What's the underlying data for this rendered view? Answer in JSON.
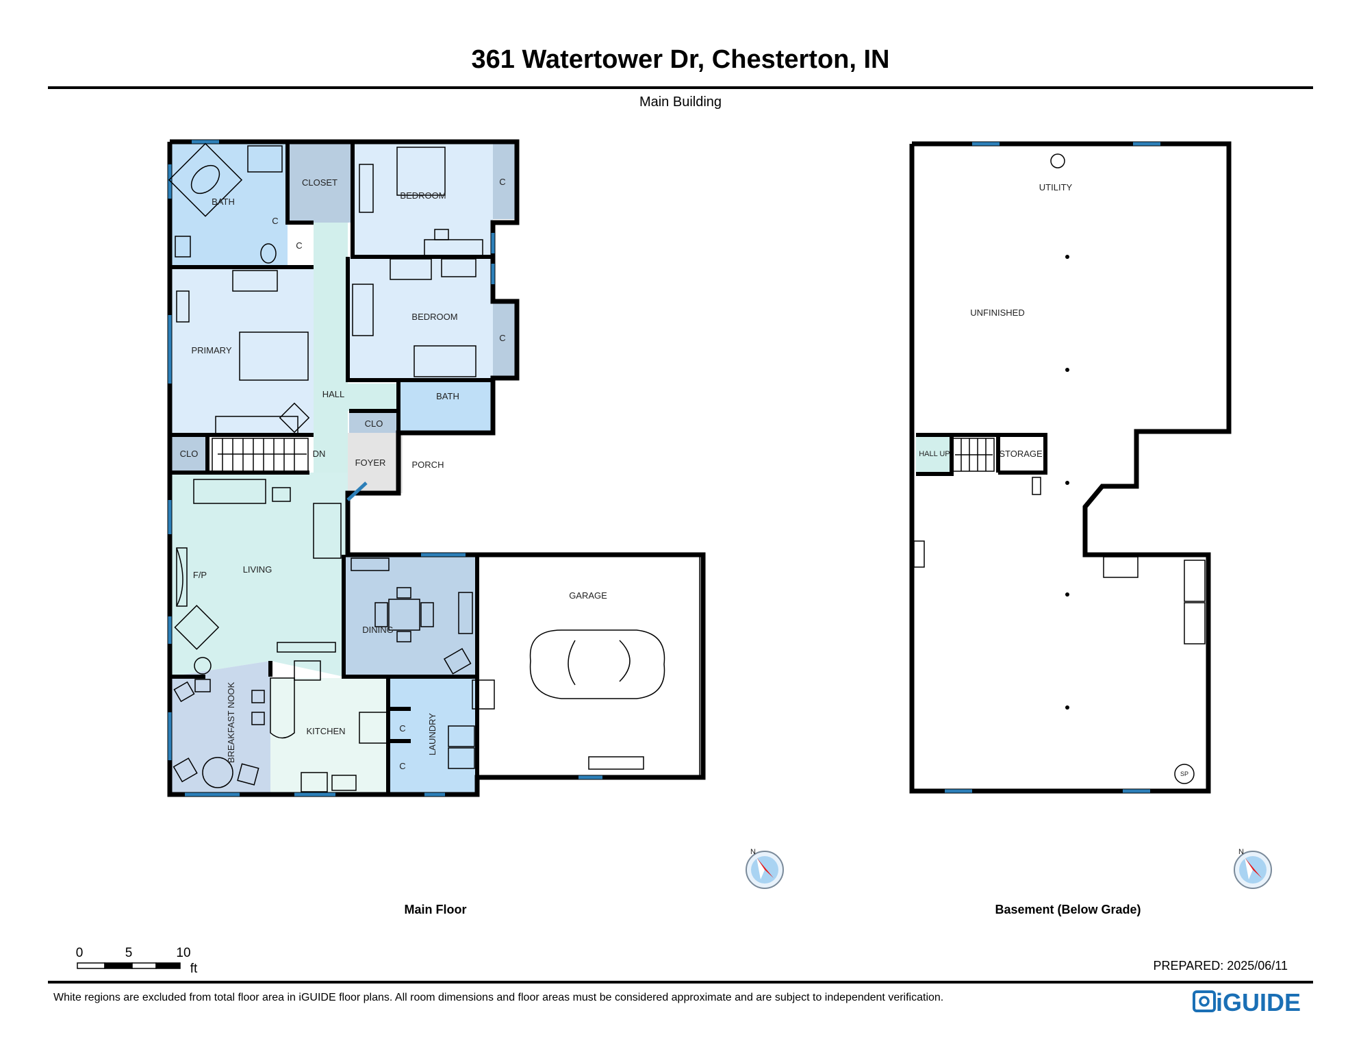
{
  "header": {
    "address": "361 Watertower Dr, Chesterton, IN",
    "building": "Main Building"
  },
  "main_floor": {
    "label": "Main Floor",
    "rooms": {
      "bath_primary": "BATH",
      "closet": "CLOSET",
      "bedroom_1": "BEDROOM",
      "bedroom_2": "BEDROOM",
      "primary": "PRIMARY",
      "hall": "HALL",
      "bath_hall": "BATH",
      "clo_hall": "CLO",
      "clo_stairs": "CLO",
      "dn": "DN",
      "foyer": "FOYER",
      "porch": "PORCH",
      "living": "LIVING",
      "fp": "F/P",
      "dining": "DINING",
      "garage": "GARAGE",
      "breakfast_nook": "BREAKFAST NOOK",
      "kitchen": "KITCHEN",
      "laundry": "LAUNDRY",
      "c1": "C",
      "c2": "C",
      "c3": "C",
      "c4": "C",
      "c5": "C",
      "c6": "C"
    }
  },
  "basement": {
    "label": "Basement (Below Grade)",
    "rooms": {
      "utility": "UTILITY",
      "unfinished": "UNFINISHED",
      "hall": "HALL",
      "up": "UP",
      "storage": "STORAGE",
      "sp": "SP"
    }
  },
  "compass_letter": "N",
  "scale": {
    "ticks": [
      "0",
      "5",
      "10"
    ],
    "unit": "ft"
  },
  "prepared": "PREPARED: 2025/06/11",
  "disclaimer": "White regions are excluded from total floor area in iGUIDE floor plans. All room dimensions and floor areas must be considered approximate and are subject to independent verification.",
  "logo": {
    "text": "iGUIDE"
  },
  "colors": {
    "bath": "#bfdff7",
    "closet": "#b8cde0",
    "bedroom": "#dcecfa",
    "hall": "#d2efec",
    "living": "#d4f0ee",
    "dining": "#bcd3e8",
    "nook": "#c9d9ec",
    "kitchen": "#e9f7f3",
    "foyer": "#e4e4e4",
    "window": "#2c7fb8",
    "compass_arrow": "#e31a1c",
    "logo": "#1a6fb5"
  }
}
